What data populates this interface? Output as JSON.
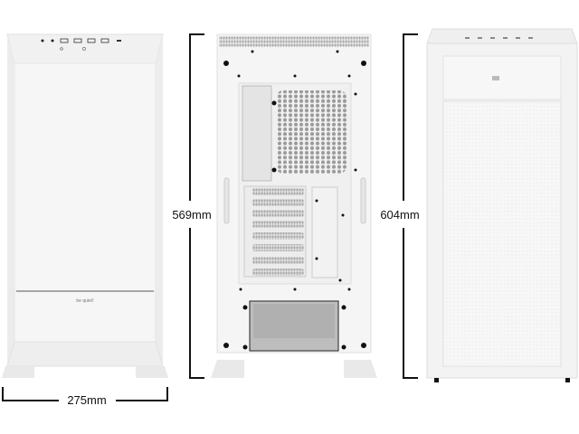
{
  "dimensions": {
    "width_label": "275mm",
    "height_label": "569mm",
    "depth_label": "604mm"
  },
  "front_view": {
    "logo_text": "be quiet!"
  },
  "colors": {
    "case_body": "#f4f4f4",
    "case_edge": "#e2e2e2",
    "dimension_lines": "#111111",
    "screws": "#111111"
  }
}
